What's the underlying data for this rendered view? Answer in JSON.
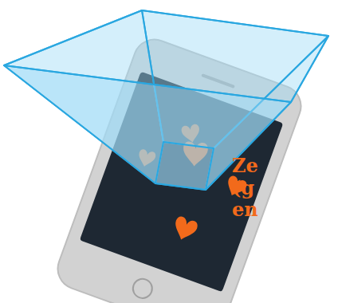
{
  "diagram": {
    "labels": [
      "Ze",
      "(g",
      "en"
    ]
  }
}
